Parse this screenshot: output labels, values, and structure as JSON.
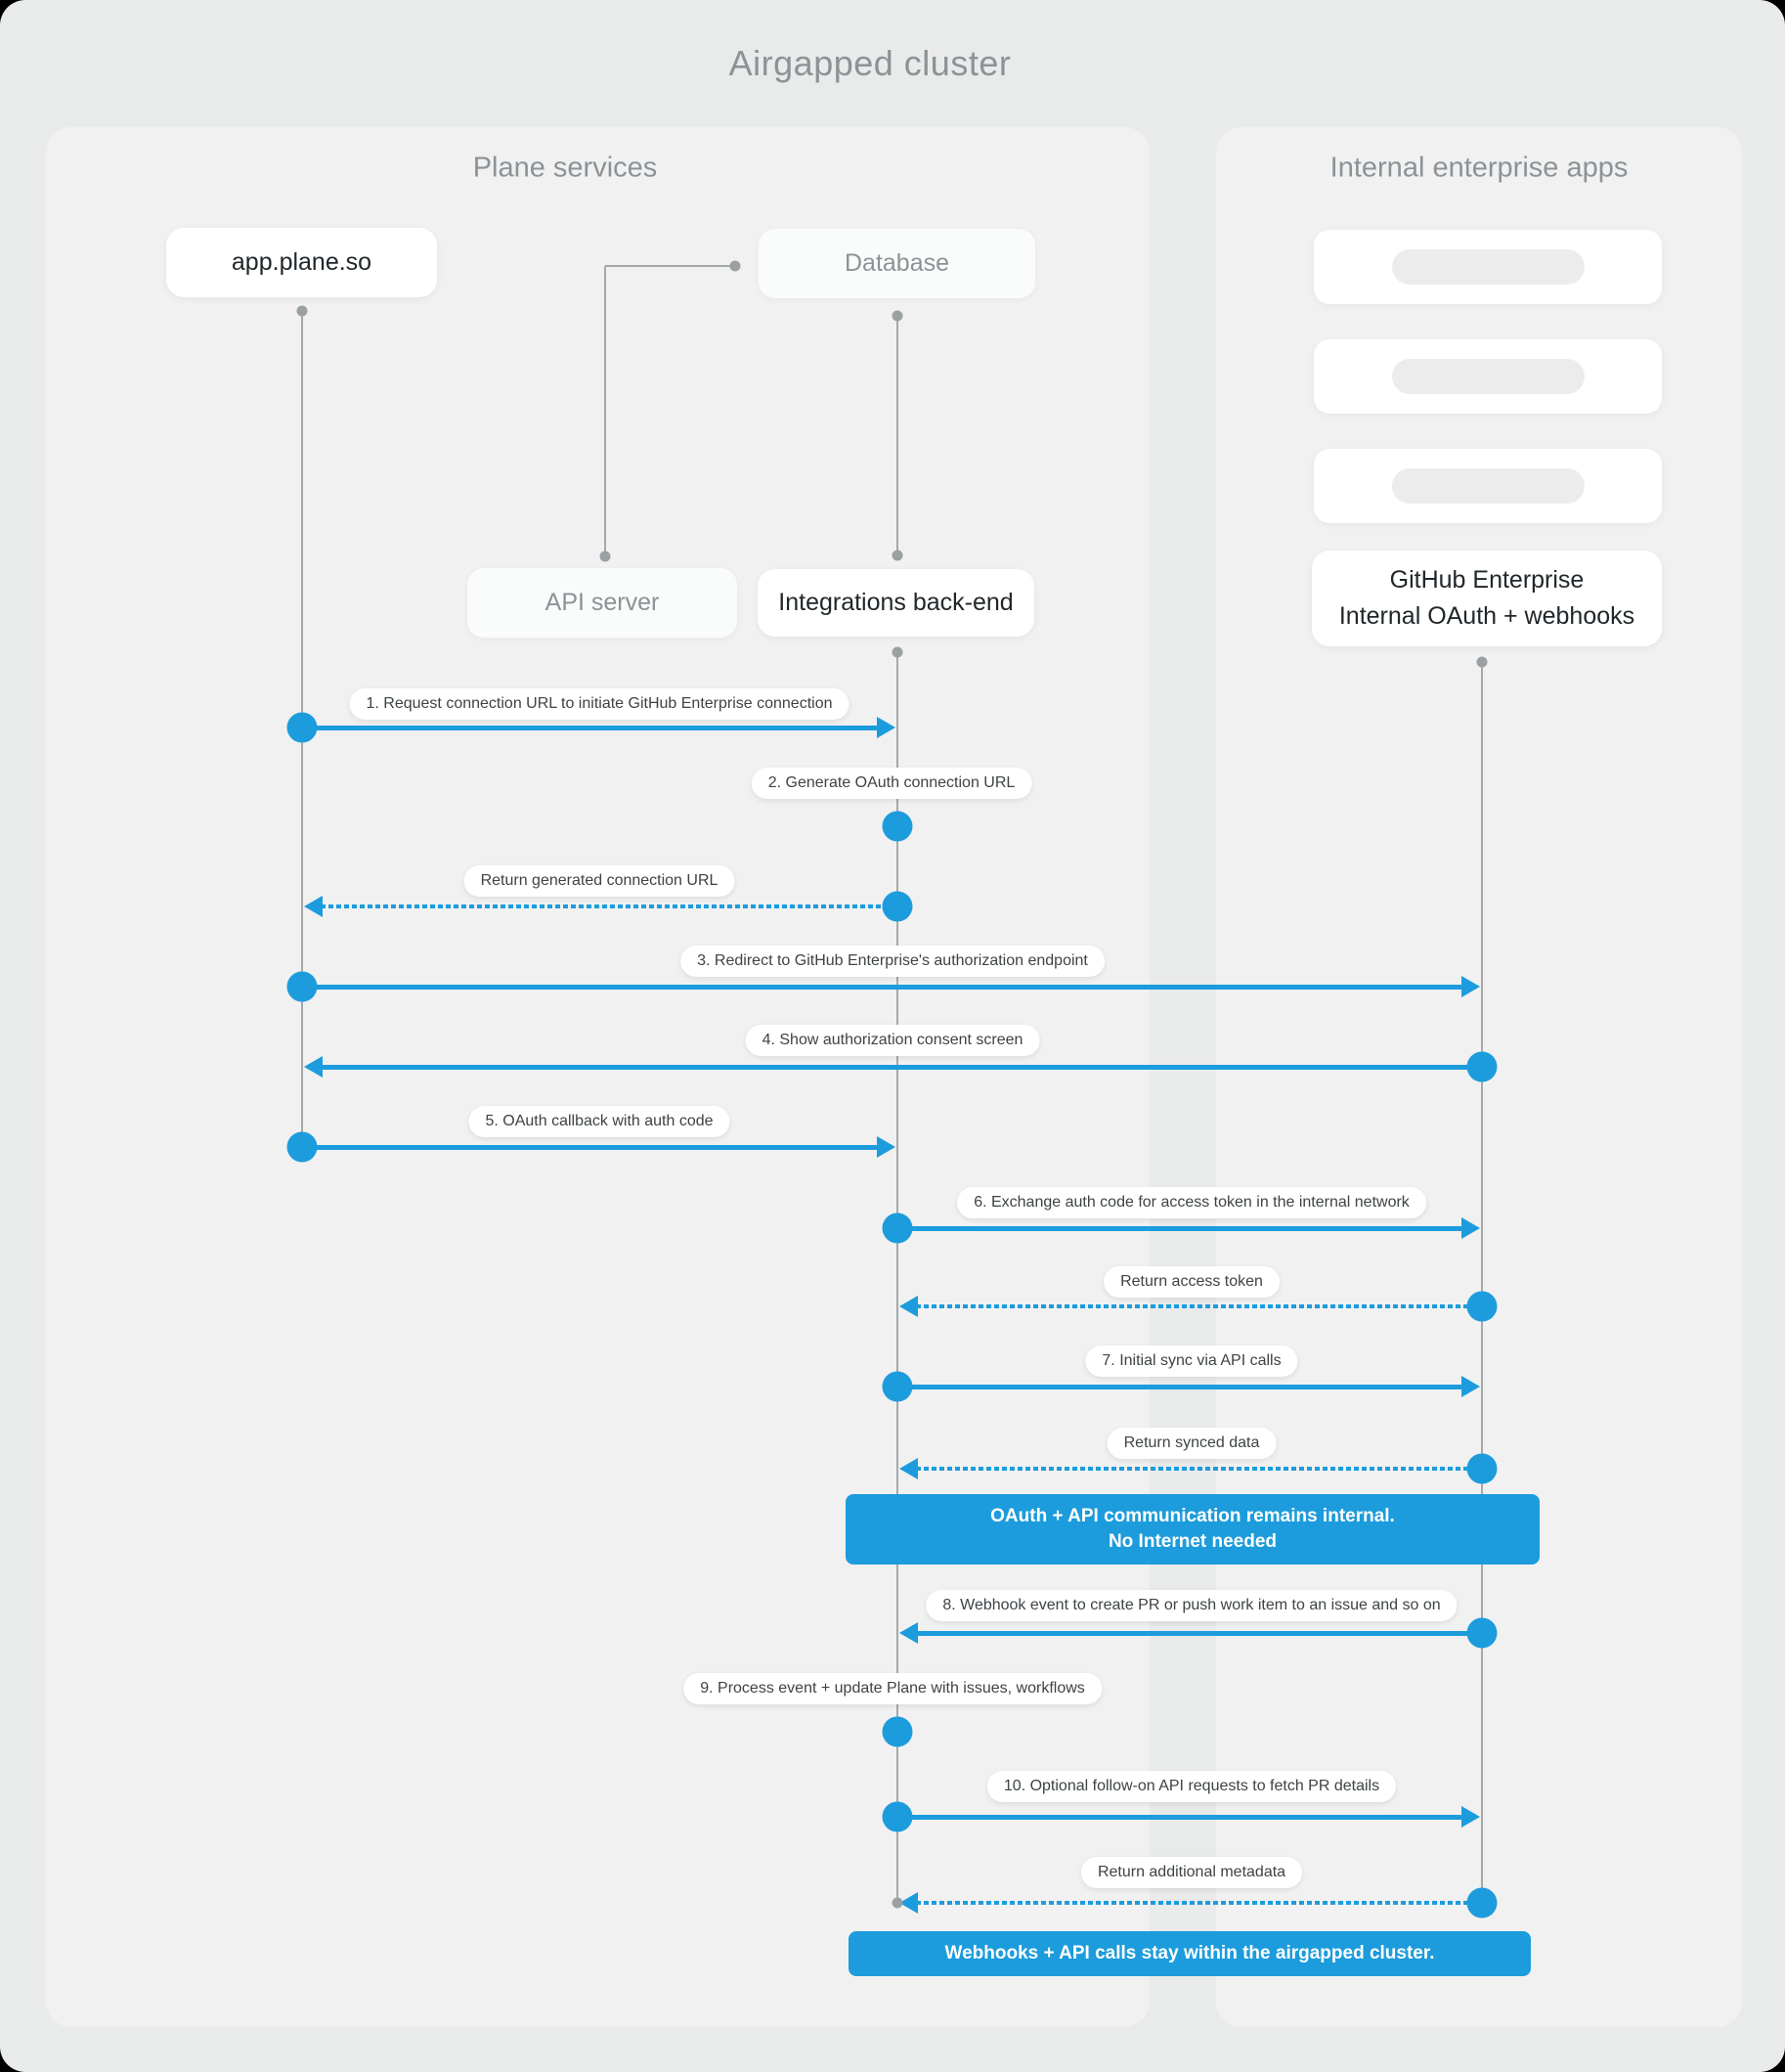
{
  "title": "Airgapped cluster",
  "colors": {
    "accent": "#1c9cdc",
    "page_background": "#e9eaea",
    "panel_background": "#f1f1f2",
    "line_gray": "#a5a9aa",
    "muted_text": "#8c9295",
    "dark_text": "#21272a"
  },
  "panels": {
    "plane": {
      "title": "Plane services"
    },
    "internal": {
      "title": "Internal enterprise apps"
    }
  },
  "actors": {
    "app": {
      "label": "app.plane.so"
    },
    "database": {
      "label": "Database"
    },
    "api_server": {
      "label": "API server"
    },
    "integrations": {
      "label": "Integrations back-end"
    },
    "github": {
      "line1": "GitHub Enterprise",
      "line2": "Internal OAuth + webhooks"
    }
  },
  "placeholders": {
    "count": 3
  },
  "messages": [
    {
      "label": "1. Request connection URL to initiate GitHub Enterprise connection",
      "from": "app",
      "to": "integrations",
      "line": "solid"
    },
    {
      "label": "2. Generate OAuth connection URL",
      "from": "integrations",
      "to": "integrations",
      "line": "self"
    },
    {
      "label": "Return generated connection URL",
      "from": "integrations",
      "to": "app",
      "line": "dashed"
    },
    {
      "label": "3. Redirect to GitHub Enterprise's authorization endpoint",
      "from": "app",
      "to": "github",
      "line": "solid"
    },
    {
      "label": "4. Show authorization consent screen",
      "from": "github",
      "to": "app",
      "line": "solid"
    },
    {
      "label": "5. OAuth callback with auth code",
      "from": "app",
      "to": "integrations",
      "line": "solid"
    },
    {
      "label": "6. Exchange auth code for access token in the internal network",
      "from": "integrations",
      "to": "github",
      "line": "solid"
    },
    {
      "label": "Return access token",
      "from": "github",
      "to": "integrations",
      "line": "dashed"
    },
    {
      "label": "7. Initial sync via API calls",
      "from": "integrations",
      "to": "github",
      "line": "solid"
    },
    {
      "label": "Return synced data",
      "from": "github",
      "to": "integrations",
      "line": "dashed"
    },
    {
      "label": "8. Webhook event to create PR  or push work item to an issue  and so on",
      "from": "github",
      "to": "integrations",
      "line": "solid"
    },
    {
      "label": "9. Process event + update Plane with issues, workflows",
      "from": "integrations",
      "to": "integrations",
      "line": "self"
    },
    {
      "label": "10. Optional follow-on API requests to fetch PR details",
      "from": "integrations",
      "to": "github",
      "line": "solid"
    },
    {
      "label": "Return additional metadata",
      "from": "github",
      "to": "integrations",
      "line": "dashed"
    }
  ],
  "banners": [
    {
      "line1": "OAuth + API communication remains internal.",
      "line2": "No Internet needed"
    },
    {
      "line1": "Webhooks + API calls stay within the airgapped cluster.",
      "line2": ""
    }
  ]
}
